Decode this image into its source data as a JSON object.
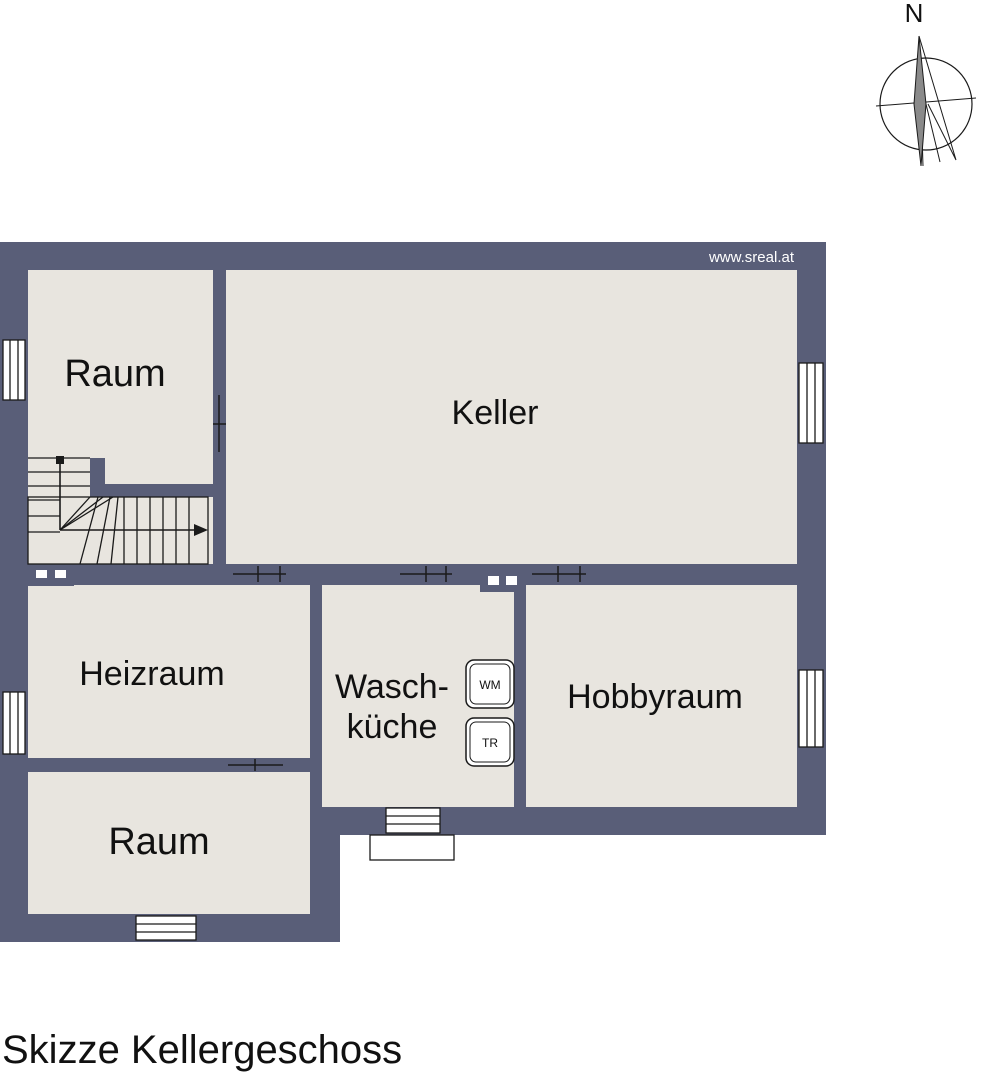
{
  "compass": {
    "label": "N"
  },
  "watermark": "www.sreal.at",
  "rooms": {
    "raum_top": "Raum",
    "keller": "Keller",
    "heizraum": "Heizraum",
    "waschkueche_line1": "Wasch-",
    "waschkueche_line2": "küche",
    "hobbyraum": "Hobbyraum",
    "raum_bottom": "Raum"
  },
  "appliances": {
    "washer": "WM",
    "dryer": "TR"
  },
  "caption": "Skizze Kellergeschoss",
  "colors": {
    "wall": "#595e78",
    "floor": "#e8e5df",
    "line": "#1a1a1a",
    "background": "#ffffff"
  }
}
